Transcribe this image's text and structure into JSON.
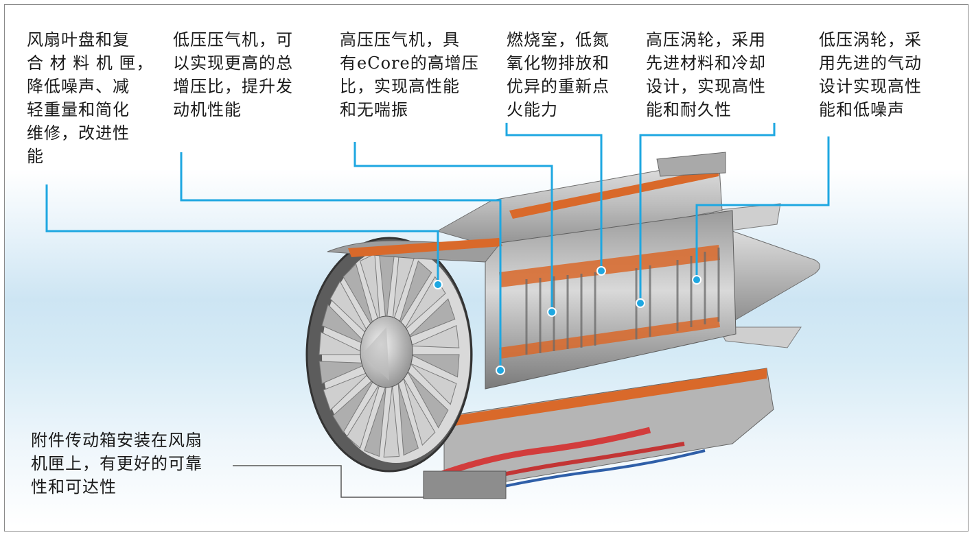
{
  "annotations": [
    {
      "id": "fan",
      "text": "风扇叶盘和复\n合 材 料 机 匣，\n降低噪声、减\n轻重量和简化\n维修，改进性\n能"
    },
    {
      "id": "lpc",
      "text": "低压压气机，可\n以实现更高的总\n增压比，提升发\n动机性能"
    },
    {
      "id": "hpc",
      "text": "高压压气机，具\n有eCore的高增压\n比，实现高性能\n和无喘振"
    },
    {
      "id": "combustor",
      "text": "燃烧室，低氮\n氧化物排放和\n优异的重新点\n火能力"
    },
    {
      "id": "hpt",
      "text": "高压涡轮，采用\n先进材料和冷却\n设计，实现高性\n能和耐久性"
    },
    {
      "id": "lpt",
      "text": "低压涡轮，采\n用先进的气动\n设计实现高性\n能和低噪声"
    },
    {
      "id": "gearbox",
      "text": "附件传动箱安装在风扇\n机匣上，有更好的可靠\n性和可达性"
    }
  ],
  "colors": {
    "leader_line": "#1ea7e1",
    "gearbox_line": "#555555",
    "casing_orange": "#d9692a",
    "metal": "#b8b8b8",
    "background_blue": "#cde5f3"
  },
  "icons": [
    "turbofan-engine-cutaway"
  ]
}
